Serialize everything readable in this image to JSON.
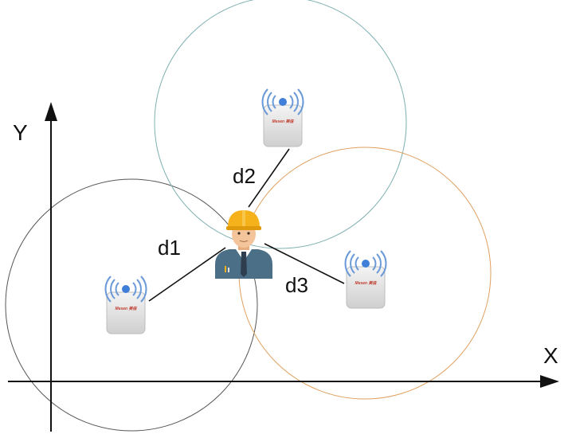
{
  "axes": {
    "x_label": "X",
    "y_label": "Y"
  },
  "distances": {
    "d1": "d1",
    "d2": "d2",
    "d3": "d3"
  },
  "anchors": [
    {
      "brand": "Mesen 美信",
      "circle_color": "#555555"
    },
    {
      "brand": "Mesen 美信",
      "circle_color": "#7fb0b0"
    },
    {
      "brand": "Mesen 美信",
      "circle_color": "#e0a060"
    }
  ],
  "colors": {
    "helmet": "#f5b21b",
    "signal": "#3f7fd9",
    "suit": "#4b6f86",
    "skin": "#f4c49a",
    "brand_text": "#c0392b"
  },
  "icons": {
    "worker": "worker-icon",
    "anchor": "uwb-anchor-icon"
  }
}
